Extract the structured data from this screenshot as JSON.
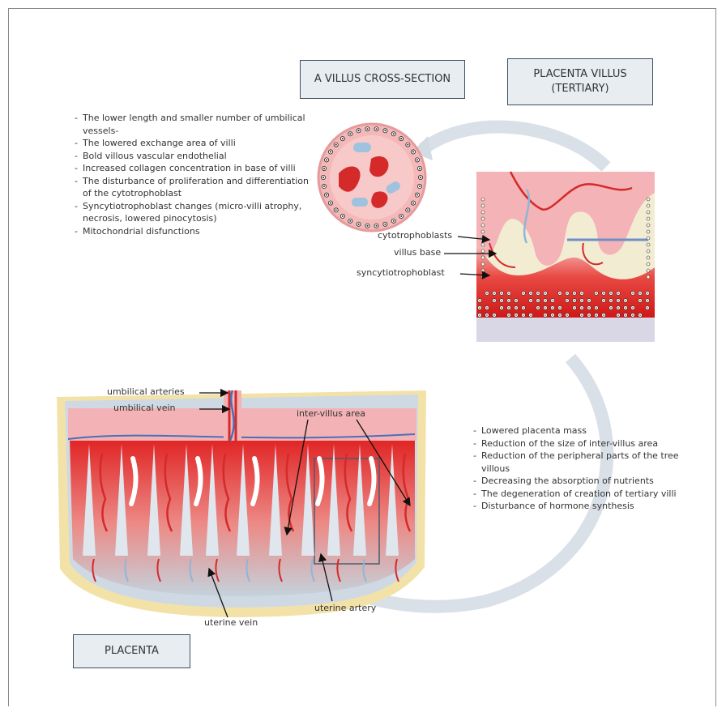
{
  "titles": {
    "cross_section": "A VILLUS CROSS-SECTION",
    "villus_line1": "PLACENTA VILLUS",
    "villus_line2": "(TERTIARY)",
    "placenta": "PLACENTA"
  },
  "villus_changes": [
    "The lower length and smaller number of umbilical vessels-",
    "The lowered exchange area of villi",
    "Bold villous vascular endothelial",
    "Increased collagen concentration in base of villi",
    "The disturbance of proliferation and differentiation of the cytotrophoblast",
    "Syncytiotrophoblast changes (micro-villi atrophy, necrosis, lowered pinocytosis)",
    "Mitochondrial disfunctions"
  ],
  "placenta_changes": [
    "Lowered placenta mass",
    "Reduction of the size of inter-villus area",
    "Reduction of the peripheral parts of the tree villous",
    "Decreasing the absorption of nutrients",
    "The degeneration of creation of tertiary villi",
    "Disturbance of hormone synthesis"
  ],
  "labels": {
    "cytotrophoblasts": "cytotrophoblasts",
    "villus_base": "villus base",
    "syncytiotrophoblast": "syncytiotrophoblast",
    "umbilical_arteries": "umbilical arteries",
    "umbilical_vein": "umbilical vein",
    "inter_villus_area": "inter-villus area",
    "uterine_artery": "uterine artery",
    "uterine_vein": "uterine vein"
  },
  "colors": {
    "artery": "#d42a2a",
    "vein": "#8fb6d6",
    "tissue": "#f3b3b6",
    "base": "#f2ecd2",
    "box_fill": "#e8edf2",
    "box_border": "#3e4f60"
  }
}
